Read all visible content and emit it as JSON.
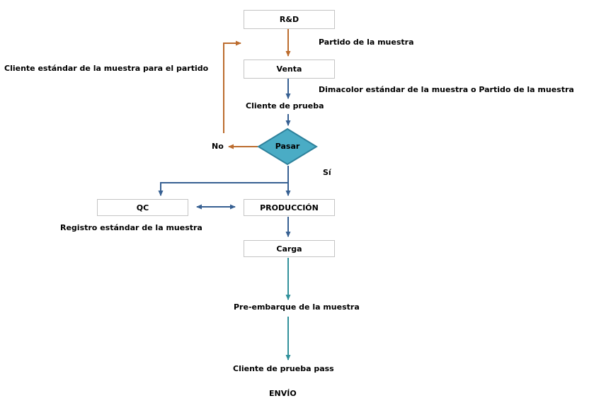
{
  "colors": {
    "background": "#ffffff",
    "text": "#000000",
    "box_border": "#c4c4c4",
    "arrow_orange": "#bc6c2e",
    "arrow_blue": "#376092",
    "arrow_teal": "#31919b",
    "diamond_fill": "#4aacc5",
    "diamond_border": "#2e819b"
  },
  "nodes": {
    "rd": "R&D",
    "venta": "Venta",
    "pasar": "Pasar",
    "qc": "QC",
    "produccion": "PRODUCCIÓN",
    "carga": "Carga"
  },
  "labels": {
    "partido_muestra": "Partido de la muestra",
    "cliente_estandar_partido": "Cliente estándar de la muestra para el partido",
    "dimacolor_o_partido": "Dimacolor estándar de la muestra o Partido de la muestra",
    "cliente_prueba": "Cliente de prueba",
    "no": "No",
    "si": "Sí",
    "registro_estandar": "Registro estándar de la muestra",
    "pre_embarque": "Pre-embarque de la muestra",
    "cliente_prueba_pass": "Cliente de prueba pass",
    "envio": "ENVÍO"
  }
}
